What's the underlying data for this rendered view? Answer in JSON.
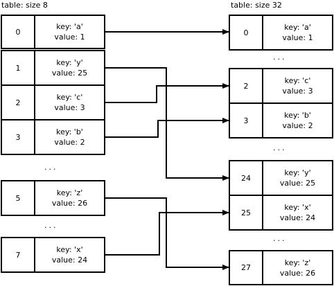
{
  "left_table": {
    "title": "table: size 8",
    "rows": [
      {
        "index": "0",
        "key": "key: 'a'",
        "value": "value: 1"
      },
      {
        "index": "1",
        "key": "key: 'y'",
        "value": "value: 25"
      },
      {
        "index": "2",
        "key": "key: 'c'",
        "value": "value: 3"
      },
      {
        "index": "3",
        "key": "key: 'b'",
        "value": "value: 2"
      },
      {
        "index": "5",
        "key": "key: 'z'",
        "value": "value: 26"
      },
      {
        "index": "7",
        "key": "key: 'x'",
        "value": "value: 24"
      }
    ],
    "ellipses": [
      "...",
      "..."
    ]
  },
  "right_table": {
    "title": "table: size 32",
    "rows": [
      {
        "index": "0",
        "key": "key: 'a'",
        "value": "value: 1"
      },
      {
        "index": "2",
        "key": "key: 'c'",
        "value": "value: 3"
      },
      {
        "index": "3",
        "key": "key: 'b'",
        "value": "value: 2"
      },
      {
        "index": "24",
        "key": "key: 'y'",
        "value": "value: 25"
      },
      {
        "index": "25",
        "key": "key: 'x'",
        "value": "value: 24"
      },
      {
        "index": "27",
        "key": "key: 'z'",
        "value": "value: 26"
      }
    ],
    "ellipses": [
      "...",
      "...",
      "...",
      "..."
    ]
  }
}
